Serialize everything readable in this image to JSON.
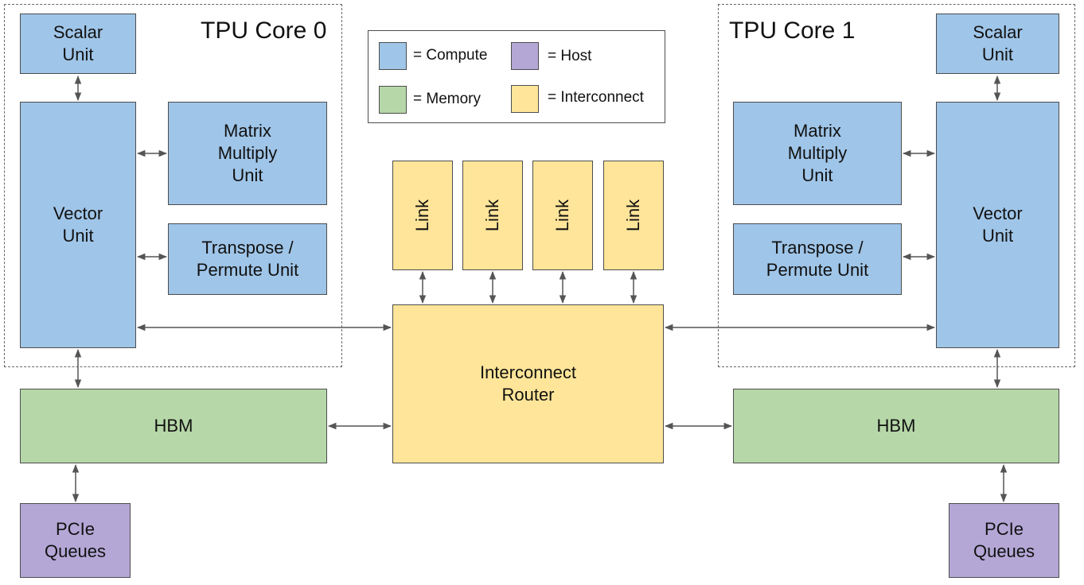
{
  "core0": {
    "title": "TPU Core 0",
    "scalar": "Scalar\nUnit",
    "vector": "Vector\nUnit",
    "mxu": "Matrix\nMultiply\nUnit",
    "transpose": "Transpose /\nPermute Unit"
  },
  "core1": {
    "title": "TPU Core 1",
    "scalar": "Scalar\nUnit",
    "vector": "Vector\nUnit",
    "mxu": "Matrix\nMultiply\nUnit",
    "transpose": "Transpose /\nPermute Unit"
  },
  "legend": {
    "compute": "= Compute",
    "host": "= Host",
    "memory": "= Memory",
    "interconnect": "= Interconnect"
  },
  "links": [
    "Link",
    "Link",
    "Link",
    "Link"
  ],
  "router": "Interconnect\nRouter",
  "hbm_left": "HBM",
  "hbm_right": "HBM",
  "pcie_left": "PCIe\nQueues",
  "pcie_right": "PCIe\nQueues",
  "colors": {
    "compute": "#9fc5e8",
    "memory": "#b6d7a8",
    "host": "#b4a7d6",
    "interconnect": "#ffe599"
  }
}
